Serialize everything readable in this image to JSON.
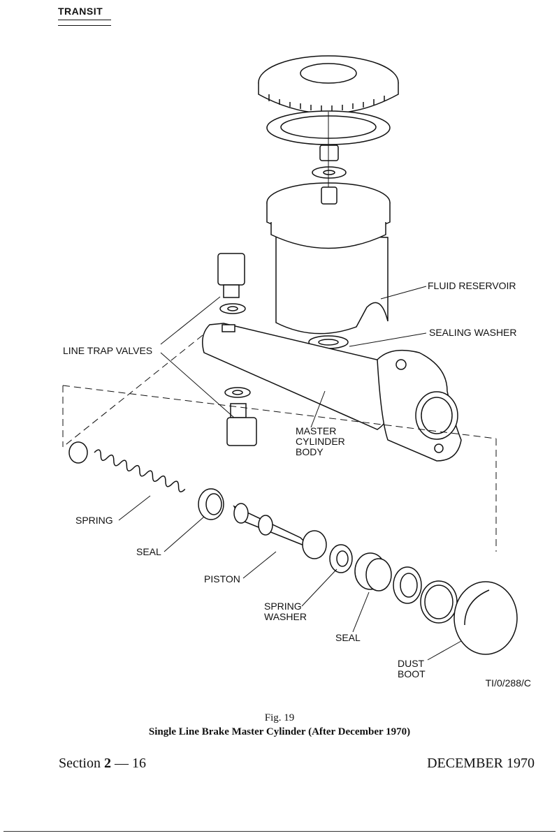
{
  "header": {
    "title": "TRANSIT"
  },
  "labels": {
    "fluid_reservoir": "FLUID RESERVOIR",
    "sealing_washer": "SEALING WASHER",
    "line_trap_valves": "LINE TRAP VALVES",
    "master": "MASTER",
    "cylinder": "CYLINDER",
    "body": "BODY",
    "spring": "SPRING",
    "seal_1": "SEAL",
    "piston": "PISTON",
    "spring_washer_1": "SPRING",
    "spring_washer_2": "WASHER",
    "seal_2": "SEAL",
    "dust": "DUST",
    "boot": "BOOT"
  },
  "figure_ref": "TI/0/288/C",
  "caption": {
    "fig_number": "Fig. 19",
    "title": "Single Line Brake Master Cylinder (After December 1970)"
  },
  "footer": {
    "section_prefix": "Section",
    "section_number": "2",
    "section_suffix": "— 16",
    "date": "DECEMBER 1970"
  }
}
